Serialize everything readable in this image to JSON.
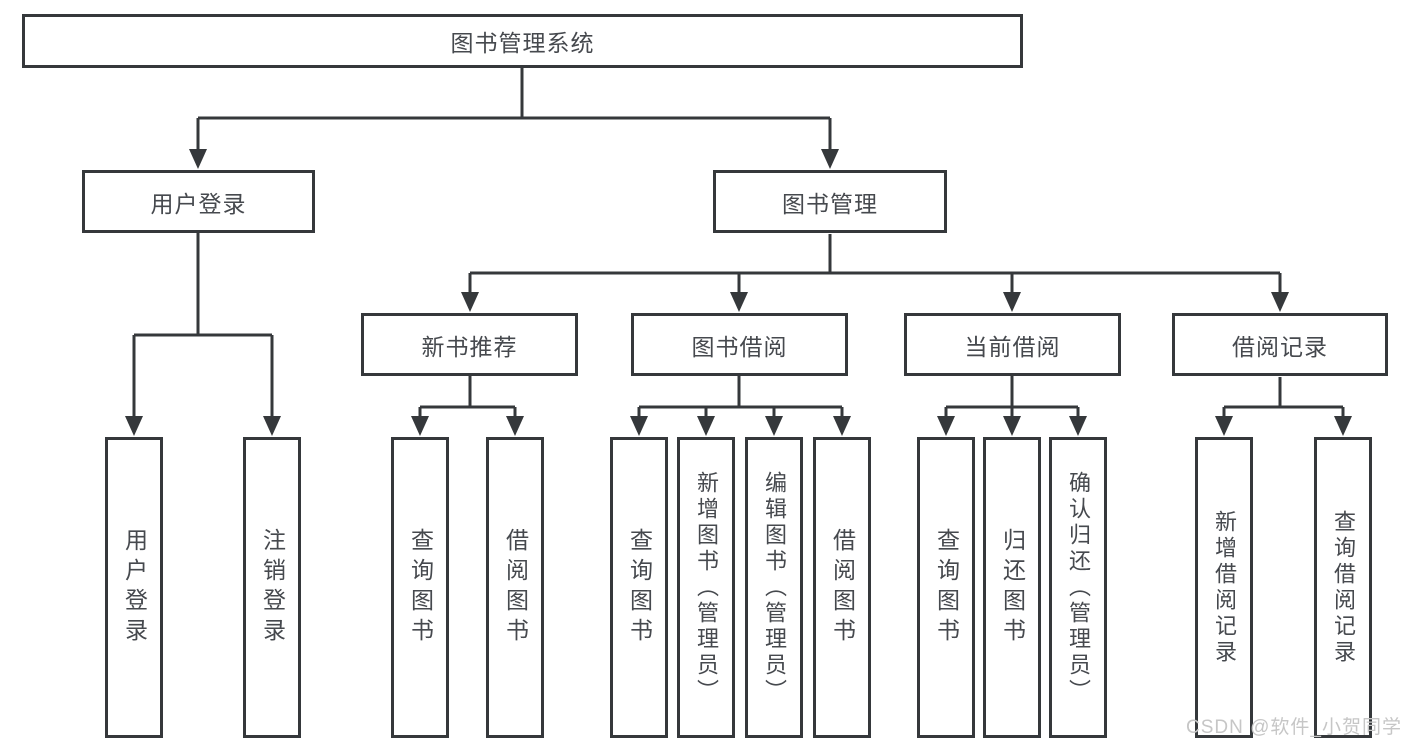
{
  "diagram": {
    "title_node": {
      "label": "图书管理系统"
    },
    "level2": [
      {
        "label": "用户登录"
      },
      {
        "label": "图书管理"
      }
    ],
    "level3": [
      {
        "label": "新书推荐",
        "parent": "图书管理"
      },
      {
        "label": "图书借阅",
        "parent": "图书管理"
      },
      {
        "label": "当前借阅",
        "parent": "图书管理"
      },
      {
        "label": "借阅记录",
        "parent": "图书管理"
      }
    ],
    "leaves": [
      {
        "label": "用户登录",
        "parent": "用户登录"
      },
      {
        "label": "注销登录",
        "parent": "用户登录"
      },
      {
        "label": "查询图书",
        "parent": "新书推荐"
      },
      {
        "label": "借阅图书",
        "parent": "新书推荐"
      },
      {
        "label": "查询图书",
        "parent": "图书借阅"
      },
      {
        "label": "新增图书（管理员）",
        "parent": "图书借阅"
      },
      {
        "label": "编辑图书（管理员）",
        "parent": "图书借阅"
      },
      {
        "label": "借阅图书",
        "parent": "图书借阅"
      },
      {
        "label": "查询图书",
        "parent": "当前借阅"
      },
      {
        "label": "归还图书",
        "parent": "当前借阅"
      },
      {
        "label": "确认归还（管理员）",
        "parent": "当前借阅"
      },
      {
        "label": "新增借阅记录",
        "parent": "借阅记录"
      },
      {
        "label": "查询借阅记录",
        "parent": "借阅记录"
      }
    ]
  },
  "watermark": {
    "text": "CSDN @软件_小贺同学"
  },
  "colors": {
    "line": "#35383b",
    "text": "#46494e",
    "watermark": "#c6c6c6",
    "background": "#ffffff"
  }
}
